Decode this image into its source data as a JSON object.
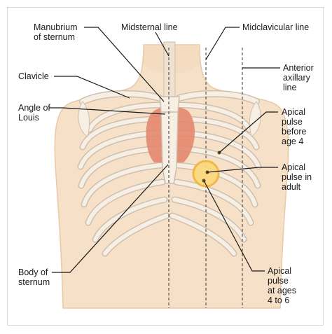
{
  "labels": {
    "manubrium": "Manubrium\nof sternum",
    "midsternal": "Midsternal line",
    "midclavicular": "Midclavicular line",
    "anterior_axillary": "Anterior\naxillary\nline",
    "clavicle": "Clavicle",
    "angle_of_louis": "Angle of\nLouis",
    "apical_before_4": "Apical\npulse\nbefore\nage 4",
    "apical_adult": "Apical\npulse in\nadult",
    "body_of_sternum": "Body of\nsternum",
    "apical_4_to_6": "Apical\npulse\nat ages\n4 to 6"
  },
  "colors": {
    "skin": "#f6e0c8",
    "skin_outline": "#e8c9a8",
    "bone": "#f7efe4",
    "bone_outline": "#cdbfae",
    "heart": "#e4876f",
    "pulse_ring": "#f2b640",
    "pulse_fill": "#fbd97e",
    "leader": "#1a1a1a"
  }
}
